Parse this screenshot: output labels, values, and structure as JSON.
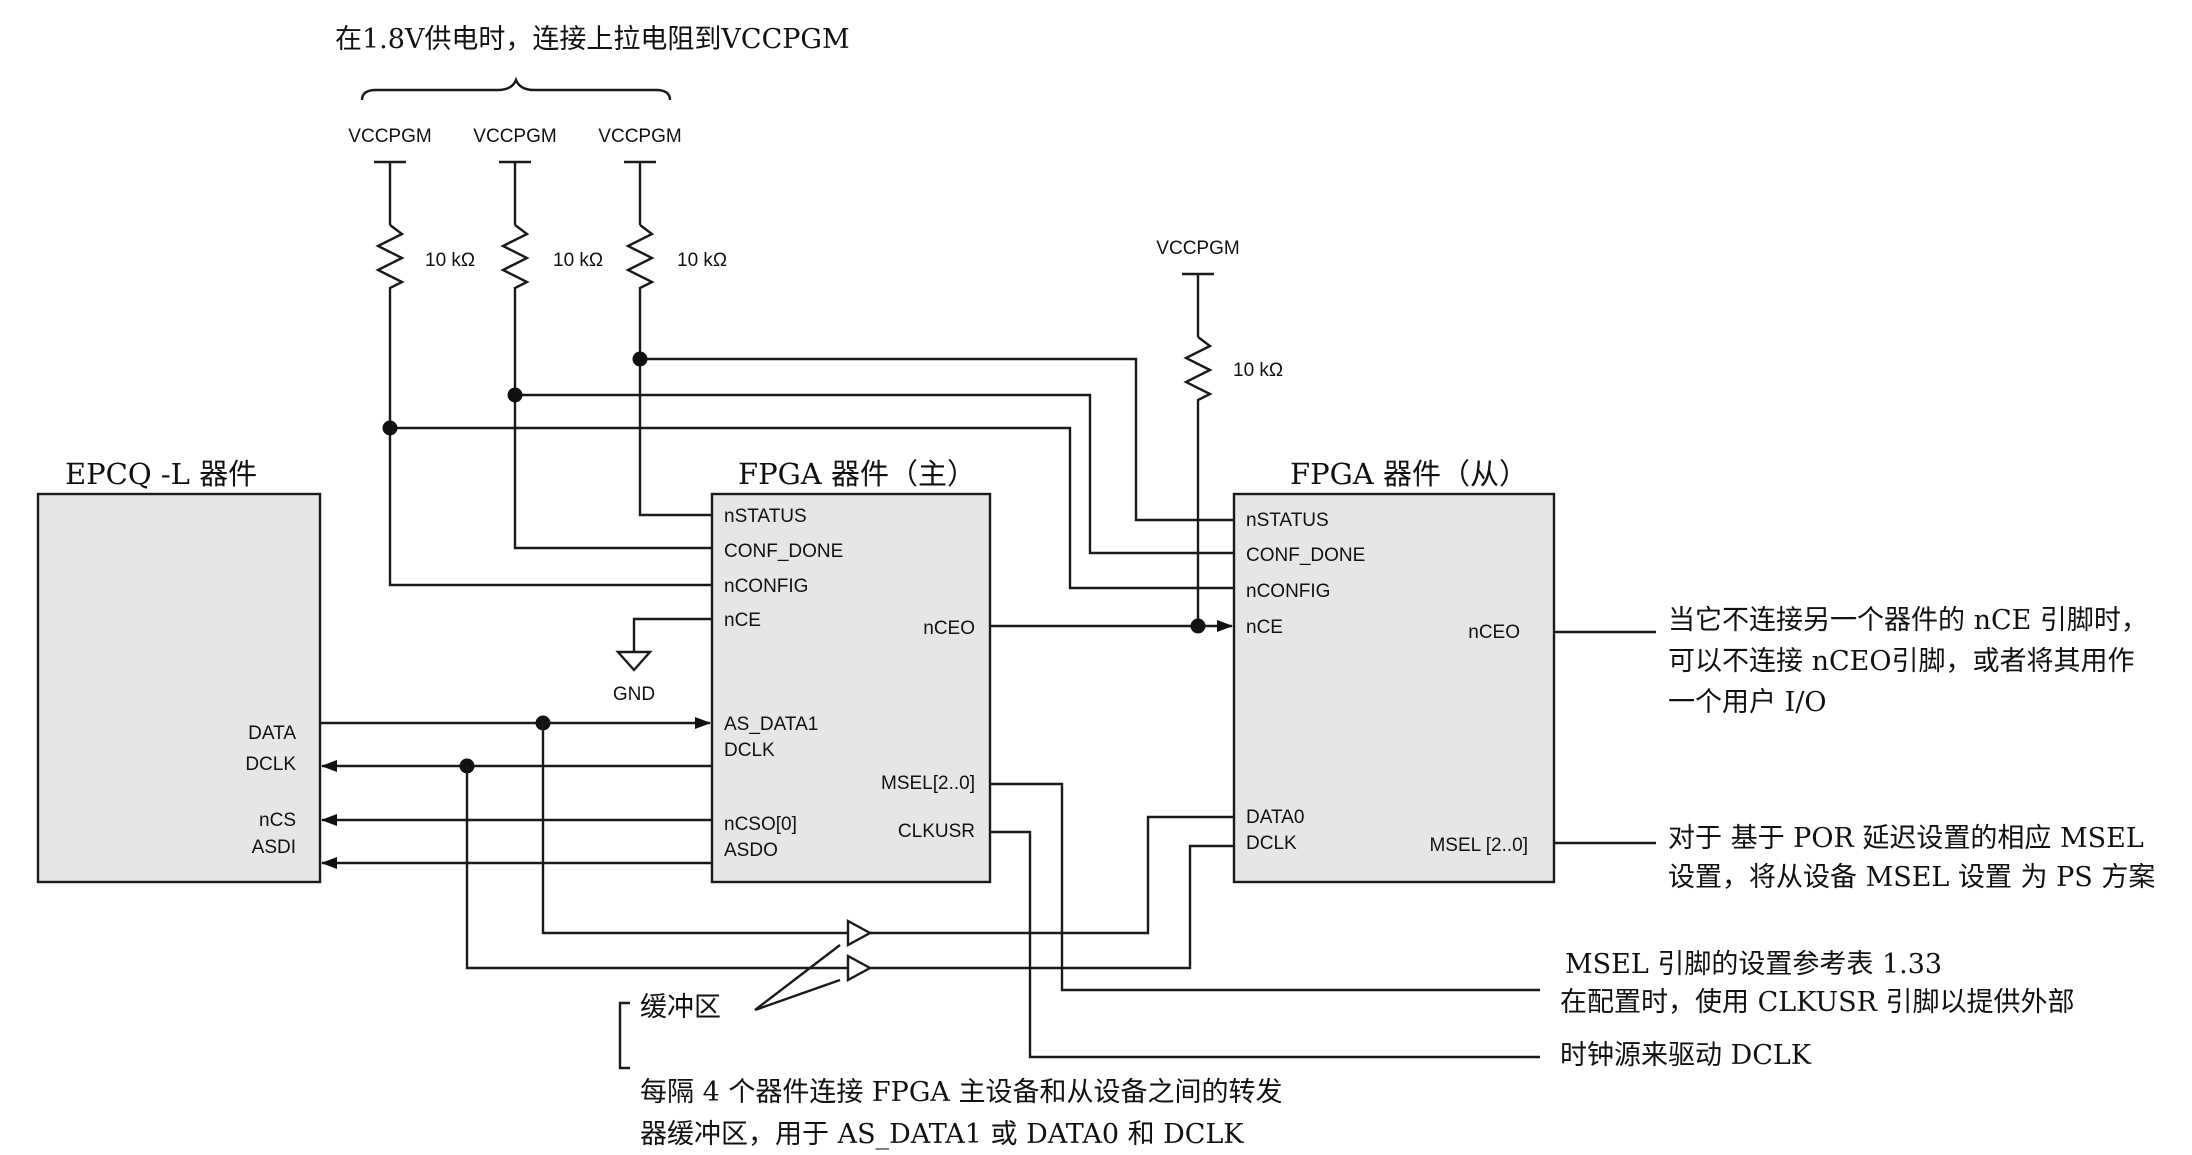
{
  "top_note": "在1.8V供电时，连接上拉电阻到VCCPGM",
  "supplies": {
    "left1": "VCCPGM",
    "left2": "VCCPGM",
    "left3": "VCCPGM",
    "right": "VCCPGM"
  },
  "resistors": {
    "r1": "10 kΩ",
    "r2": "10 kΩ",
    "r3": "10 kΩ",
    "r4": "10 kΩ"
  },
  "gnd_label": "GND",
  "epcq": {
    "title": "EPCQ -L 器件",
    "pins": {
      "data": "DATA",
      "dclk": "DCLK",
      "ncs": "nCS",
      "asdi": "ASDI"
    }
  },
  "fpga_master": {
    "title": "FPGA 器件（主）",
    "pins": {
      "nstatus": "nSTATUS",
      "conf_done": "CONF_DONE",
      "nconfig": "nCONFIG",
      "nce": "nCE",
      "nceo": "nCEO",
      "as_data1": "AS_DATA1",
      "dclk": "DCLK",
      "msel": "MSEL[2..0]",
      "ncso": "nCSO[0]",
      "clkusr": "CLKUSR",
      "asdo": "ASDO"
    }
  },
  "fpga_slave": {
    "title": "FPGA 器件（从）",
    "pins": {
      "nstatus": "nSTATUS",
      "conf_done": "CONF_DONE",
      "nconfig": "nCONFIG",
      "nce": "nCE",
      "nceo": "nCEO",
      "data0": "DATA0",
      "dclk": "DCLK",
      "msel": "MSEL [2..0]"
    }
  },
  "notes": {
    "nceo_1": "当它不连接另一个器件的 nCE  引脚时，",
    "nceo_2": "可以不连接 nCEO引脚，或者将其用作",
    "nceo_3": "一个用户 I/O",
    "msel_1": "对于 基于 POR 延迟设置的相应 MSEL",
    "msel_2": "设置，将从设备 MSEL 设置 为 PS 方案",
    "msel_ref": "MSEL 引脚的设置参考表 1.33",
    "clkusr_1": "在配置时，使用 CLKUSR 引脚以提供外部",
    "clkusr_2": "时钟源来驱动 DCLK",
    "buffer": "缓冲区",
    "repeater_1": "每隔 4  个器件连接 FPGA  主设备和从设备之间的转发",
    "repeater_2": "器缓冲区，用于 AS_DATA1 或  DATA0 和 DCLK"
  }
}
